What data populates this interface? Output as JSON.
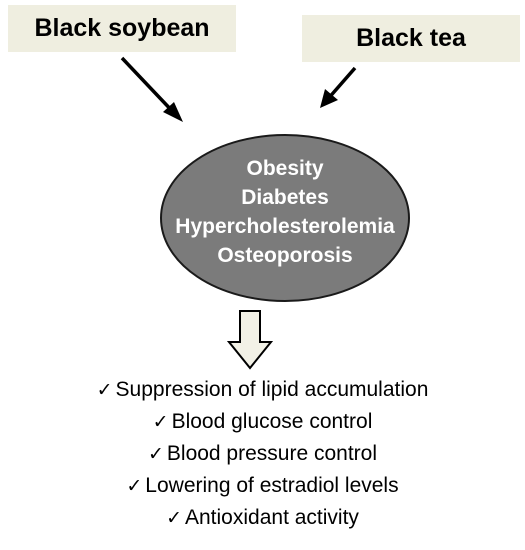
{
  "sources": {
    "left": "Black soybean",
    "right": "Black tea"
  },
  "conditions": [
    "Obesity",
    "Diabetes",
    "Hypercholesterolemia",
    "Osteoporosis"
  ],
  "outcomes": [
    "Suppression of lipid accumulation",
    "Blood glucose control",
    "Blood pressure control",
    "Lowering of estradiol levels",
    "Antioxidant activity"
  ],
  "colors": {
    "source_box_fill": "#efeee0",
    "ellipse_fill": "#7b7b7b",
    "ellipse_stroke": "#1a1a1a",
    "block_arrow_fill": "#f2f1e6"
  },
  "icons": {
    "check": "check-mark-icon"
  }
}
